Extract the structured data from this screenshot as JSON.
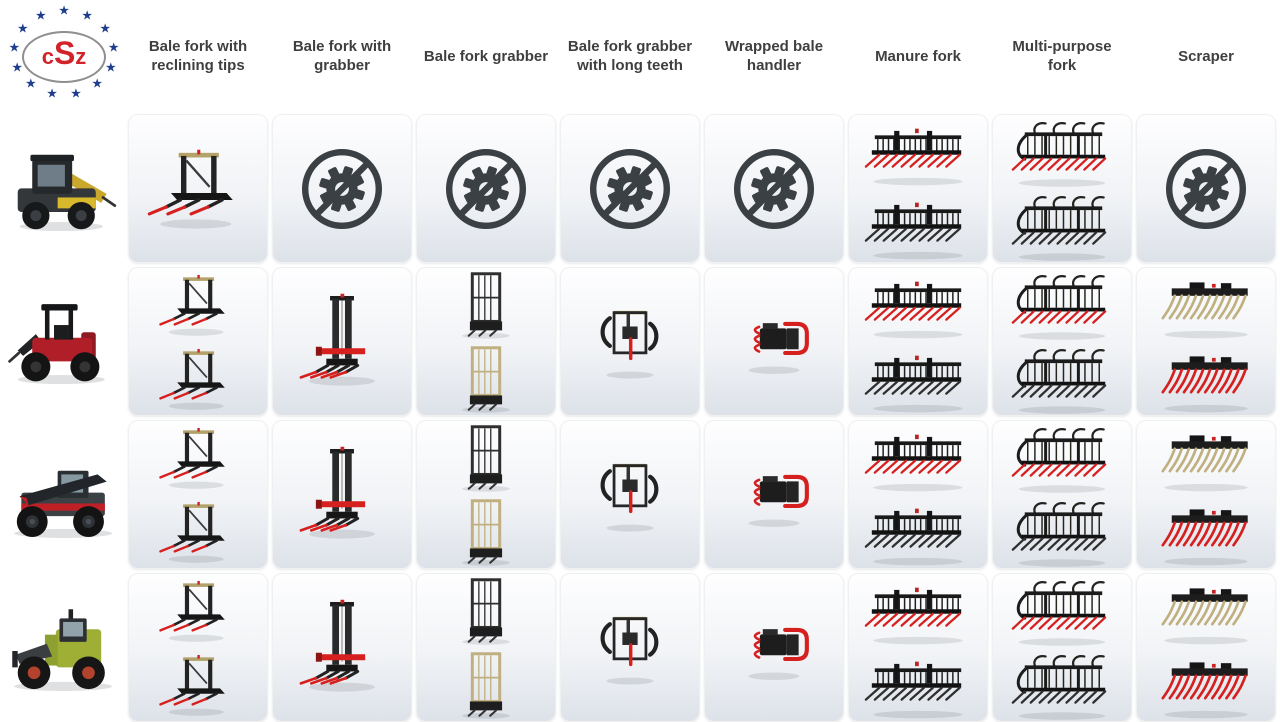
{
  "logo": {
    "text": "cSz",
    "text_color": "#d2232a",
    "star_color": "#1e3d8f",
    "oval_border_color": "#8f8f8f",
    "star_count": 13
  },
  "columns": [
    {
      "label": "Bale fork with reclining tips",
      "icon": "bale-fork"
    },
    {
      "label": "Bale fork with grabber",
      "icon": "bale-mast"
    },
    {
      "label": "Bale fork grabber",
      "icon": "grabber-cage"
    },
    {
      "label": "Bale fork grabber with long teeth",
      "icon": "grabber-frame"
    },
    {
      "label": "Wrapped bale handler",
      "icon": "bale-clamp"
    },
    {
      "label": "Manure fork",
      "icon": "manure-fork"
    },
    {
      "label": "Multi-purpose fork",
      "icon": "multi-fork"
    },
    {
      "label": "Scraper",
      "icon": "scraper"
    }
  ],
  "rows": [
    {
      "vehicle": "skid-steer-loader"
    },
    {
      "vehicle": "compact-wheel-loader"
    },
    {
      "vehicle": "telehandler"
    },
    {
      "vehicle": "wheel-loader"
    }
  ],
  "colors": {
    "background": "#ffffff",
    "header_text": "#3f3f3f",
    "cell_gradient_top": "#fefeff",
    "cell_gradient_bottom": "#dde2e9",
    "not_compatible_icon": "#3b4045",
    "accents": {
      "red": "#d6201f",
      "dark": "#2f2f2f",
      "tan": "#c0b080"
    }
  },
  "matrix": [
    [
      {
        "status": "compatible",
        "variants": [
          "red"
        ]
      },
      {
        "status": "not-compatible"
      },
      {
        "status": "not-compatible"
      },
      {
        "status": "not-compatible"
      },
      {
        "status": "not-compatible"
      },
      {
        "status": "compatible",
        "variants": [
          "red",
          "dark"
        ]
      },
      {
        "status": "compatible",
        "variants": [
          "red",
          "dark"
        ]
      },
      {
        "status": "not-compatible"
      }
    ],
    [
      {
        "status": "compatible",
        "variants": [
          "red",
          "red"
        ]
      },
      {
        "status": "compatible",
        "variants": [
          "red"
        ]
      },
      {
        "status": "compatible",
        "variants": [
          "dark",
          "tan"
        ]
      },
      {
        "status": "compatible",
        "variants": [
          "dark"
        ]
      },
      {
        "status": "compatible",
        "variants": [
          "red"
        ]
      },
      {
        "status": "compatible",
        "variants": [
          "red",
          "dark"
        ]
      },
      {
        "status": "compatible",
        "variants": [
          "red",
          "dark"
        ]
      },
      {
        "status": "compatible",
        "variants": [
          "tan",
          "red"
        ]
      }
    ],
    [
      {
        "status": "compatible",
        "variants": [
          "red",
          "red"
        ]
      },
      {
        "status": "compatible",
        "variants": [
          "red"
        ]
      },
      {
        "status": "compatible",
        "variants": [
          "dark",
          "tan"
        ]
      },
      {
        "status": "compatible",
        "variants": [
          "dark"
        ]
      },
      {
        "status": "compatible",
        "variants": [
          "red"
        ]
      },
      {
        "status": "compatible",
        "variants": [
          "red",
          "dark"
        ]
      },
      {
        "status": "compatible",
        "variants": [
          "red",
          "dark"
        ]
      },
      {
        "status": "compatible",
        "variants": [
          "tan",
          "red"
        ]
      }
    ],
    [
      {
        "status": "compatible",
        "variants": [
          "red",
          "red"
        ]
      },
      {
        "status": "compatible",
        "variants": [
          "red"
        ]
      },
      {
        "status": "compatible",
        "variants": [
          "dark",
          "tan"
        ]
      },
      {
        "status": "compatible",
        "variants": [
          "dark"
        ]
      },
      {
        "status": "compatible",
        "variants": [
          "red"
        ]
      },
      {
        "status": "compatible",
        "variants": [
          "red",
          "dark"
        ]
      },
      {
        "status": "compatible",
        "variants": [
          "red",
          "dark"
        ]
      },
      {
        "status": "compatible",
        "variants": [
          "tan",
          "red"
        ]
      }
    ]
  ]
}
